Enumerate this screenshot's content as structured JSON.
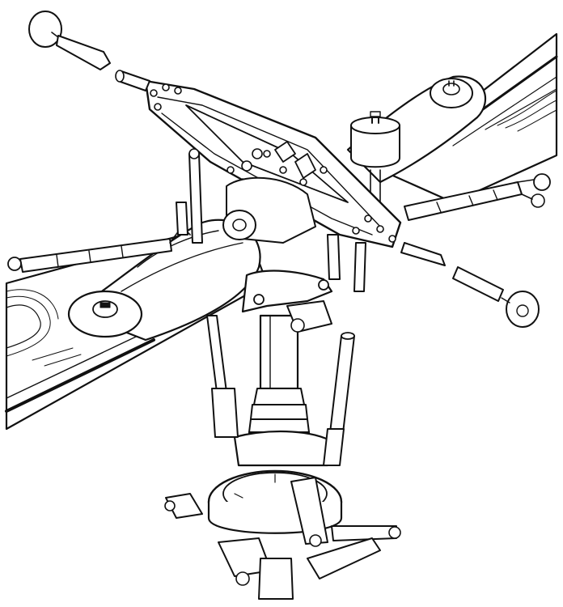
{
  "drawing": {
    "ink_color": "#111111",
    "paper_color": "#ffffff",
    "shade_color": "#e8e8e8",
    "components": [
      "rotor-blade-upper-right",
      "rotor-blade-left",
      "rotor-hub-star",
      "blade-grip-left",
      "blade-grip-right",
      "pitch-link-left",
      "pitch-link-right",
      "pitch-link-rear",
      "damper-weight",
      "main-mast",
      "mast-bellows",
      "swashplate",
      "scissor-link",
      "control-rods",
      "servo-attachment-arms",
      "weight-rod-top-left",
      "weight-rod-right"
    ]
  }
}
